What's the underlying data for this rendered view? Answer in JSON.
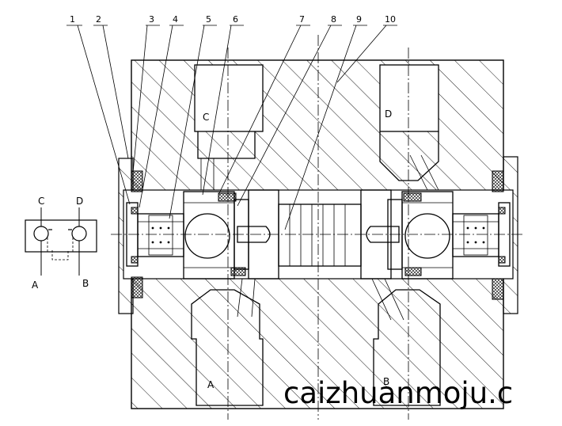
{
  "callouts": [
    "1",
    "2",
    "3",
    "4",
    "5",
    "6",
    "7",
    "8",
    "9",
    "10"
  ],
  "ports": {
    "c": "C",
    "d": "D",
    "a": "A",
    "b": "B"
  },
  "symbol": {
    "c": "C",
    "d": "D",
    "a": "A",
    "b": "B"
  },
  "watermark": "caizhuanmoju.c"
}
